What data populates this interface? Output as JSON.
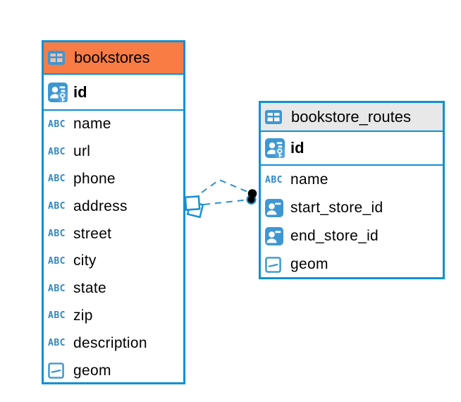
{
  "colors": {
    "accent_blue": "#1090d2",
    "icon_blue": "#3e97d3",
    "header_orange": "#f87c44",
    "header_gray": "#e8e8e8",
    "connector_blue": "#2e8fd0",
    "text_black": "#000000"
  },
  "icons": {
    "abc_label": "ABC"
  },
  "tables": [
    {
      "title": "bookstores",
      "pk": {
        "name": "id"
      },
      "columns": [
        {
          "name": "name",
          "icon": "text-icon"
        },
        {
          "name": "url",
          "icon": "text-icon"
        },
        {
          "name": "phone",
          "icon": "text-icon"
        },
        {
          "name": "address",
          "icon": "text-icon"
        },
        {
          "name": "street",
          "icon": "text-icon"
        },
        {
          "name": "city",
          "icon": "text-icon"
        },
        {
          "name": "state",
          "icon": "text-icon"
        },
        {
          "name": "zip",
          "icon": "text-icon"
        },
        {
          "name": "description",
          "icon": "text-icon"
        },
        {
          "name": "geom",
          "icon": "geometry-icon"
        }
      ]
    },
    {
      "title": "bookstore_routes",
      "pk": {
        "name": "id"
      },
      "columns": [
        {
          "name": "name",
          "icon": "text-icon"
        },
        {
          "name": "start_store_id",
          "icon": "foreign-key-icon"
        },
        {
          "name": "end_store_id",
          "icon": "foreign-key-icon"
        },
        {
          "name": "geom",
          "icon": "geometry-icon"
        }
      ]
    }
  ],
  "relation": {
    "from_table": "bookstores",
    "to_table": "bookstore_routes",
    "line_style": "dashed"
  }
}
